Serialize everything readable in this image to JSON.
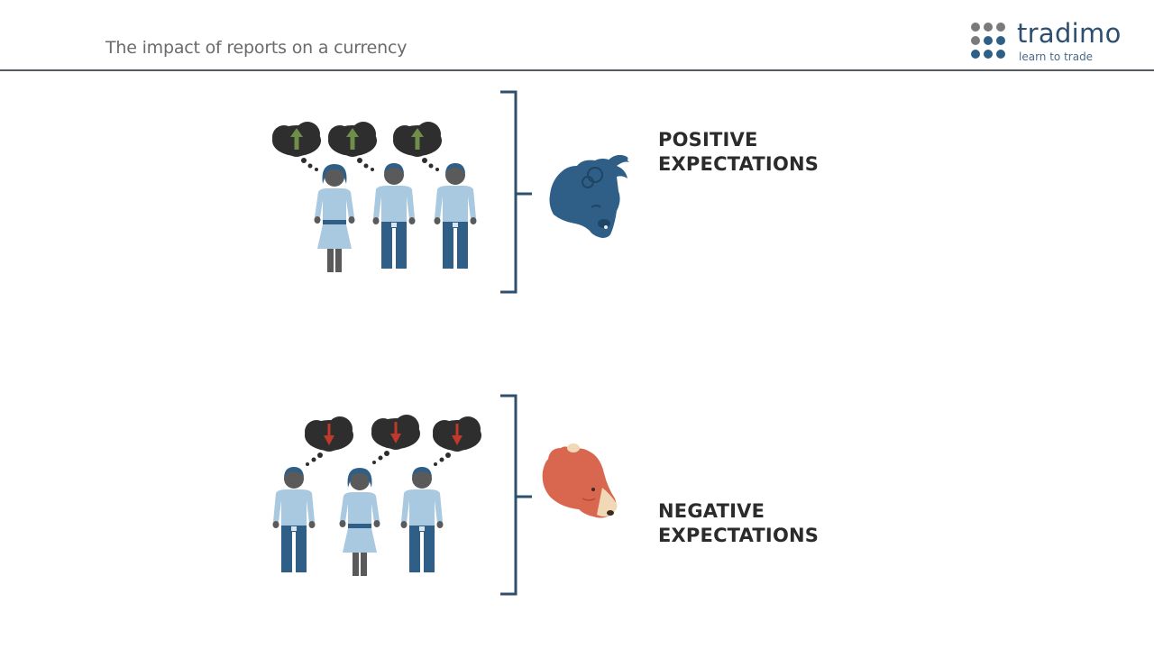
{
  "header": {
    "title": "The impact of reports on a currency"
  },
  "logo": {
    "word": "tradimo",
    "tagline": "learn to trade",
    "dot_colors": [
      "#7a7a7a",
      "#2f5f86"
    ]
  },
  "positive": {
    "label_line1": "POSITIVE",
    "label_line2": "EXPECTATIONS",
    "animal": "bull-icon",
    "arrow_direction": "up",
    "arrow_color": "#6e8e4a",
    "animal_color": "#2f5f86"
  },
  "negative": {
    "label_line1": "NEGATIVE",
    "label_line2": "EXPECTATIONS",
    "animal": "bear-icon",
    "arrow_direction": "down",
    "arrow_color": "#c0392b",
    "animal_color": "#d9674f"
  },
  "colors": {
    "bracket": "#2f4f6f",
    "shirt": "#a9c9e0",
    "pants": "#2f5f86",
    "skin": "#5a5a5a",
    "cloud": "#2e2e2e"
  }
}
